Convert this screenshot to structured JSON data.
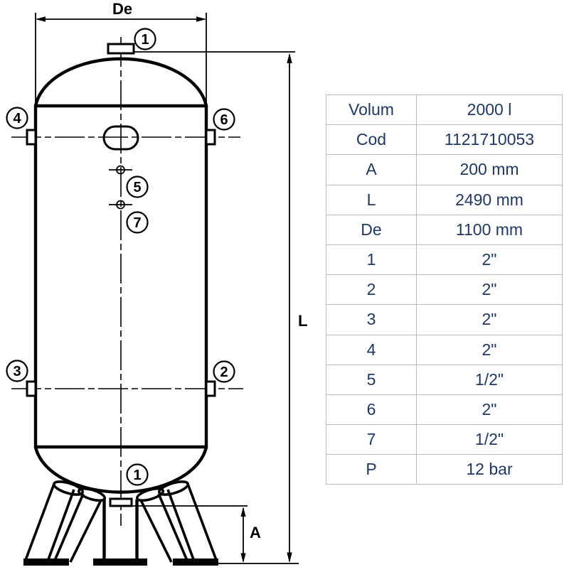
{
  "drawing": {
    "dimensions": {
      "de": "De",
      "l": "L",
      "a": "A"
    },
    "callouts": {
      "top_port": "1",
      "left_upper_port": "4",
      "right_upper_port": "6",
      "center_upper_port": "5",
      "center_lower_port": "7",
      "left_lower_port": "3",
      "right_lower_port": "2",
      "bottom_port": "1"
    },
    "line_color": "#000000"
  },
  "table": {
    "text_color": "#1f3864",
    "border_color": "#b9bec6",
    "rows": [
      {
        "param": "Volum",
        "value": "2000 l"
      },
      {
        "param": "Cod",
        "value": "1121710053"
      },
      {
        "param": "A",
        "value": "200 mm"
      },
      {
        "param": "L",
        "value": "2490 mm"
      },
      {
        "param": "De",
        "value": "1100 mm"
      },
      {
        "param": "1",
        "value": "2\""
      },
      {
        "param": "2",
        "value": "2\""
      },
      {
        "param": "3",
        "value": "2\""
      },
      {
        "param": "4",
        "value": "2\""
      },
      {
        "param": "5",
        "value": "1/2\""
      },
      {
        "param": "6",
        "value": "2\""
      },
      {
        "param": "7",
        "value": "1/2\""
      },
      {
        "param": "P",
        "value": "12 bar"
      }
    ]
  }
}
